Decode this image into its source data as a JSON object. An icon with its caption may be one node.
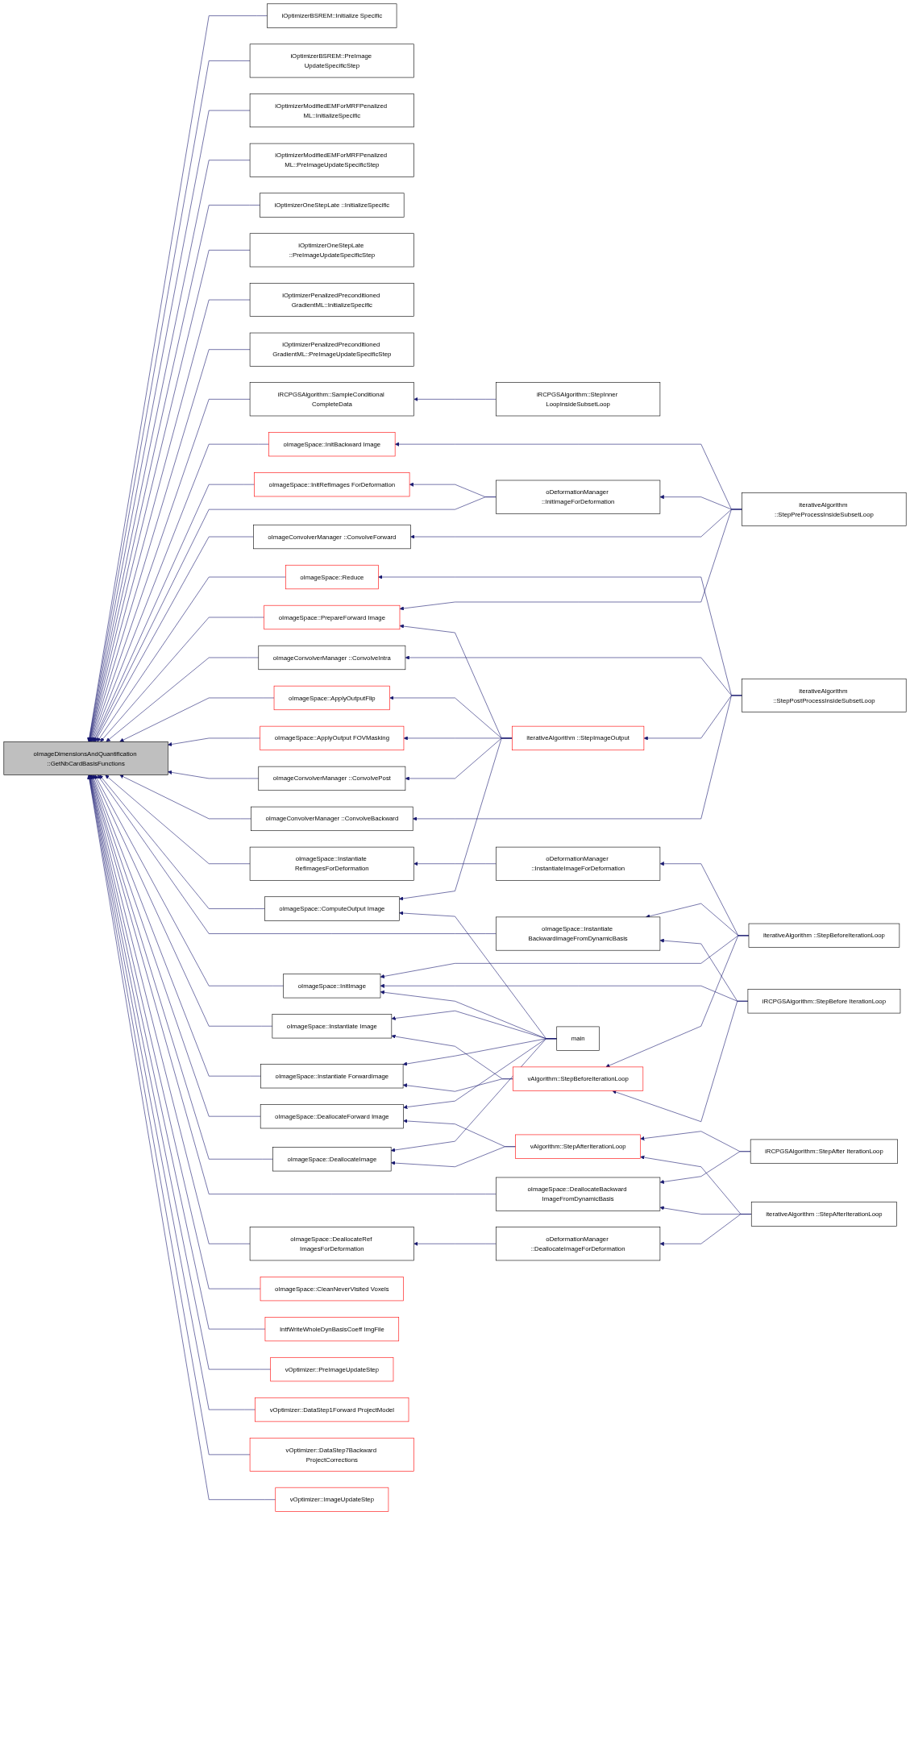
{
  "diagram": {
    "nodes": [
      {
        "text": [
          "oImageDimensionsAndQuantification ::GetNbCardBasisFunctions"
        ]
      },
      {
        "text": [
          "iOptimizerBSREM::Initialize Specific"
        ]
      },
      {
        "text": [
          "iOptimizerBSREM::PreImage UpdateSpecificStep"
        ]
      },
      {
        "text": [
          "iOptimizerModifiedEMForMRFPenalized ML::InitializeSpecific"
        ]
      },
      {
        "text": [
          "iOptimizerModifiedEMForMRFPenalized ML::PreImageUpdateSpecificStep"
        ]
      },
      {
        "text": [
          "iOptimizerOneStepLate ::InitializeSpecific"
        ]
      },
      {
        "text": [
          "iOptimizerOneStepLate ::PreImageUpdateSpecificStep"
        ]
      },
      {
        "text": [
          "iOptimizerPenalizedPreconditioned GradientML::InitializeSpecific"
        ]
      },
      {
        "text": [
          "iOptimizerPenalizedPreconditioned GradientML::PreImageUpdateSpecificStep"
        ]
      },
      {
        "text": [
          "iRCPGSAlgorithm::SampleConditional CompleteData"
        ]
      },
      {
        "text": [
          "iRCPGSAlgorithm::StepInner LoopInsideSubsetLoop"
        ]
      },
      {
        "text": [
          "oImageSpace::InitBackward Image"
        ]
      },
      {
        "text": [
          "oImageSpace::InitRefImages ForDeformation"
        ]
      },
      {
        "text": [
          "oDeformationManager ::InitImageForDeformation"
        ]
      },
      {
        "text": [
          "iterativeAlgorithm ::StepPreProcessInsideSubsetLoop"
        ]
      },
      {
        "text": [
          "oImageConvolverManager ::ConvolveForward"
        ]
      },
      {
        "text": [
          "oImageSpace::Reduce"
        ]
      },
      {
        "text": [
          "oImageSpace::PrepareForward Image"
        ]
      },
      {
        "text": [
          "oImageConvolverManager ::ConvolveIntra"
        ]
      },
      {
        "text": [
          "iterativeAlgorithm ::StepPostProcessInsideSubsetLoop"
        ]
      },
      {
        "text": [
          "oImageSpace::ApplyOutputFlip"
        ]
      },
      {
        "text": [
          "iterativeAlgorithm ::StepImageOutput"
        ]
      },
      {
        "text": [
          "oImageSpace::ApplyOutput FOVMasking"
        ]
      },
      {
        "text": [
          "oImageConvolverManager ::ConvolvePost"
        ]
      },
      {
        "text": [
          "oImageConvolverManager ::ConvolveBackward"
        ]
      },
      {
        "text": [
          "oImageSpace::Instantiate RefImagesForDeformation"
        ]
      },
      {
        "text": [
          "oDeformationManager ::InstantiateImageForDeformation"
        ]
      },
      {
        "text": [
          "iterativeAlgorithm ::StepBeforeIterationLoop"
        ]
      },
      {
        "text": [
          "oImageSpace::ComputeOutput Image"
        ]
      },
      {
        "text": [
          "oImageSpace::Instantiate BackwardImageFromDynamicBasis"
        ]
      },
      {
        "text": [
          "oImageSpace::InitImage"
        ]
      },
      {
        "text": [
          "iRCPGSAlgorithm::StepBefore IterationLoop"
        ]
      },
      {
        "text": [
          "oImageSpace::Instantiate Image"
        ]
      },
      {
        "text": [
          "main"
        ]
      },
      {
        "text": [
          "oImageSpace::Instantiate ForwardImage"
        ]
      },
      {
        "text": [
          "vAlgorithm::StepBeforeIterationLoop"
        ]
      },
      {
        "text": [
          "oImageSpace::DeallocateForward Image"
        ]
      },
      {
        "text": [
          "oImageSpace::DeallocateImage"
        ]
      },
      {
        "text": [
          "vAlgorithm::StepAfterIterationLoop"
        ]
      },
      {
        "text": [
          "iRCPGSAlgorithm::StepAfter IterationLoop"
        ]
      },
      {
        "text": [
          "oImageSpace::DeallocateBackward ImageFromDynamicBasis"
        ]
      },
      {
        "text": [
          "iterativeAlgorithm ::StepAfterIterationLoop"
        ]
      },
      {
        "text": [
          "oImageSpace::DeallocateRef ImagesForDeformation"
        ]
      },
      {
        "text": [
          "oDeformationManager ::DeallocateImageForDeformation"
        ]
      },
      {
        "text": [
          "oImageSpace::CleanNeverVisited Voxels"
        ]
      },
      {
        "text": [
          "IntfWriteWholeDynBasisCoeff ImgFile"
        ]
      },
      {
        "text": [
          "vOptimizer::PreImageUpdateStep"
        ]
      },
      {
        "text": [
          "vOptimizer::DataStep1Forward ProjectModel"
        ]
      },
      {
        "text": [
          "vOptimizer::DataStep7Backward ProjectCorrections"
        ]
      },
      {
        "text": [
          "vOptimizer::ImageUpdateStep"
        ]
      }
    ],
    "edges": [
      {
        "from": 1,
        "to": 0,
        "arrow": "to"
      },
      {
        "from": 2,
        "to": 0,
        "arrow": "to"
      },
      {
        "from": 3,
        "to": 0,
        "arrow": "to"
      },
      {
        "from": 4,
        "to": 0,
        "arrow": "to"
      },
      {
        "from": 5,
        "to": 0,
        "arrow": "to"
      },
      {
        "from": 6,
        "to": 0,
        "arrow": "to"
      },
      {
        "from": 7,
        "to": 0,
        "arrow": "to"
      },
      {
        "from": 8,
        "to": 0,
        "arrow": "to"
      },
      {
        "from": 9,
        "to": 0,
        "arrow": "to"
      },
      {
        "from": 10,
        "to": 9,
        "arrow": "to"
      },
      {
        "from": 11,
        "to": 0,
        "arrow": "to"
      },
      {
        "from": 12,
        "to": 0,
        "arrow": "to"
      },
      {
        "from": 13,
        "to": 12,
        "arrow": "to"
      },
      {
        "from": 13,
        "to": 0,
        "arrow": "to"
      },
      {
        "from": 14,
        "to": 11,
        "arrow": "to"
      },
      {
        "from": 14,
        "to": 13,
        "arrow": "to"
      },
      {
        "from": 14,
        "to": 15,
        "arrow": "to"
      },
      {
        "from": 14,
        "to": 17,
        "arrow": "to"
      },
      {
        "from": 15,
        "to": 0,
        "arrow": "to"
      },
      {
        "from": 16,
        "to": 0,
        "arrow": "to"
      },
      {
        "from": 17,
        "to": 0,
        "arrow": "to"
      },
      {
        "from": 18,
        "to": 0,
        "arrow": "to"
      },
      {
        "from": 19,
        "to": 16,
        "arrow": "to"
      },
      {
        "from": 19,
        "to": 18,
        "arrow": "to"
      },
      {
        "from": 19,
        "to": 21,
        "arrow": "to"
      },
      {
        "from": 19,
        "to": 24,
        "arrow": "to"
      },
      {
        "from": 20,
        "to": 0,
        "arrow": "to"
      },
      {
        "from": 21,
        "to": 17,
        "arrow": "to"
      },
      {
        "from": 21,
        "to": 20,
        "arrow": "to"
      },
      {
        "from": 21,
        "to": 22,
        "arrow": "to"
      },
      {
        "from": 21,
        "to": 23,
        "arrow": "to"
      },
      {
        "from": 21,
        "to": 28,
        "arrow": "to"
      },
      {
        "from": 22,
        "to": 0,
        "arrow": "to"
      },
      {
        "from": 23,
        "to": 0,
        "arrow": "to"
      },
      {
        "from": 24,
        "to": 0,
        "arrow": "to"
      },
      {
        "from": 25,
        "to": 0,
        "arrow": "to"
      },
      {
        "from": 26,
        "to": 25,
        "arrow": "to"
      },
      {
        "from": 27,
        "to": 26,
        "arrow": "to"
      },
      {
        "from": 27,
        "to": 29,
        "arrow": "to"
      },
      {
        "from": 27,
        "to": 30,
        "arrow": "to"
      },
      {
        "from": 27,
        "to": 35,
        "arrow": "to"
      },
      {
        "from": 28,
        "to": 0,
        "arrow": "to"
      },
      {
        "from": 29,
        "to": 0,
        "arrow": "to"
      },
      {
        "from": 30,
        "to": 0,
        "arrow": "to"
      },
      {
        "from": 31,
        "to": 29,
        "arrow": "to"
      },
      {
        "from": 31,
        "to": 30,
        "arrow": "to"
      },
      {
        "from": 31,
        "to": 35,
        "arrow": "to"
      },
      {
        "from": 32,
        "to": 0,
        "arrow": "to"
      },
      {
        "from": 33,
        "to": 28,
        "arrow": "to"
      },
      {
        "from": 33,
        "to": 30,
        "arrow": "to"
      },
      {
        "from": 33,
        "to": 32,
        "arrow": "to"
      },
      {
        "from": 33,
        "to": 34,
        "arrow": "to"
      },
      {
        "from": 33,
        "to": 36,
        "arrow": "to"
      },
      {
        "from": 33,
        "to": 37,
        "arrow": "to"
      },
      {
        "from": 34,
        "to": 0,
        "arrow": "to"
      },
      {
        "from": 35,
        "to": 32,
        "arrow": "to"
      },
      {
        "from": 35,
        "to": 34,
        "arrow": "to"
      },
      {
        "from": 36,
        "to": 0,
        "arrow": "to"
      },
      {
        "from": 37,
        "to": 0,
        "arrow": "to"
      },
      {
        "from": 38,
        "to": 36,
        "arrow": "to"
      },
      {
        "from": 38,
        "to": 37,
        "arrow": "to"
      },
      {
        "from": 39,
        "to": 38,
        "arrow": "to"
      },
      {
        "from": 39,
        "to": 40,
        "arrow": "to"
      },
      {
        "from": 40,
        "to": 0,
        "arrow": "to"
      },
      {
        "from": 41,
        "to": 38,
        "arrow": "to"
      },
      {
        "from": 41,
        "to": 40,
        "arrow": "to"
      },
      {
        "from": 41,
        "to": 43,
        "arrow": "to"
      },
      {
        "from": 42,
        "to": 0,
        "arrow": "to"
      },
      {
        "from": 43,
        "to": 42,
        "arrow": "to"
      },
      {
        "from": 44,
        "to": 0,
        "arrow": "to"
      },
      {
        "from": 45,
        "to": 0,
        "arrow": "to"
      },
      {
        "from": 46,
        "to": 0,
        "arrow": "to"
      },
      {
        "from": 47,
        "to": 0,
        "arrow": "to"
      },
      {
        "from": 48,
        "to": 0,
        "arrow": "to"
      },
      {
        "from": 49,
        "to": 0,
        "arrow": "to"
      }
    ]
  }
}
